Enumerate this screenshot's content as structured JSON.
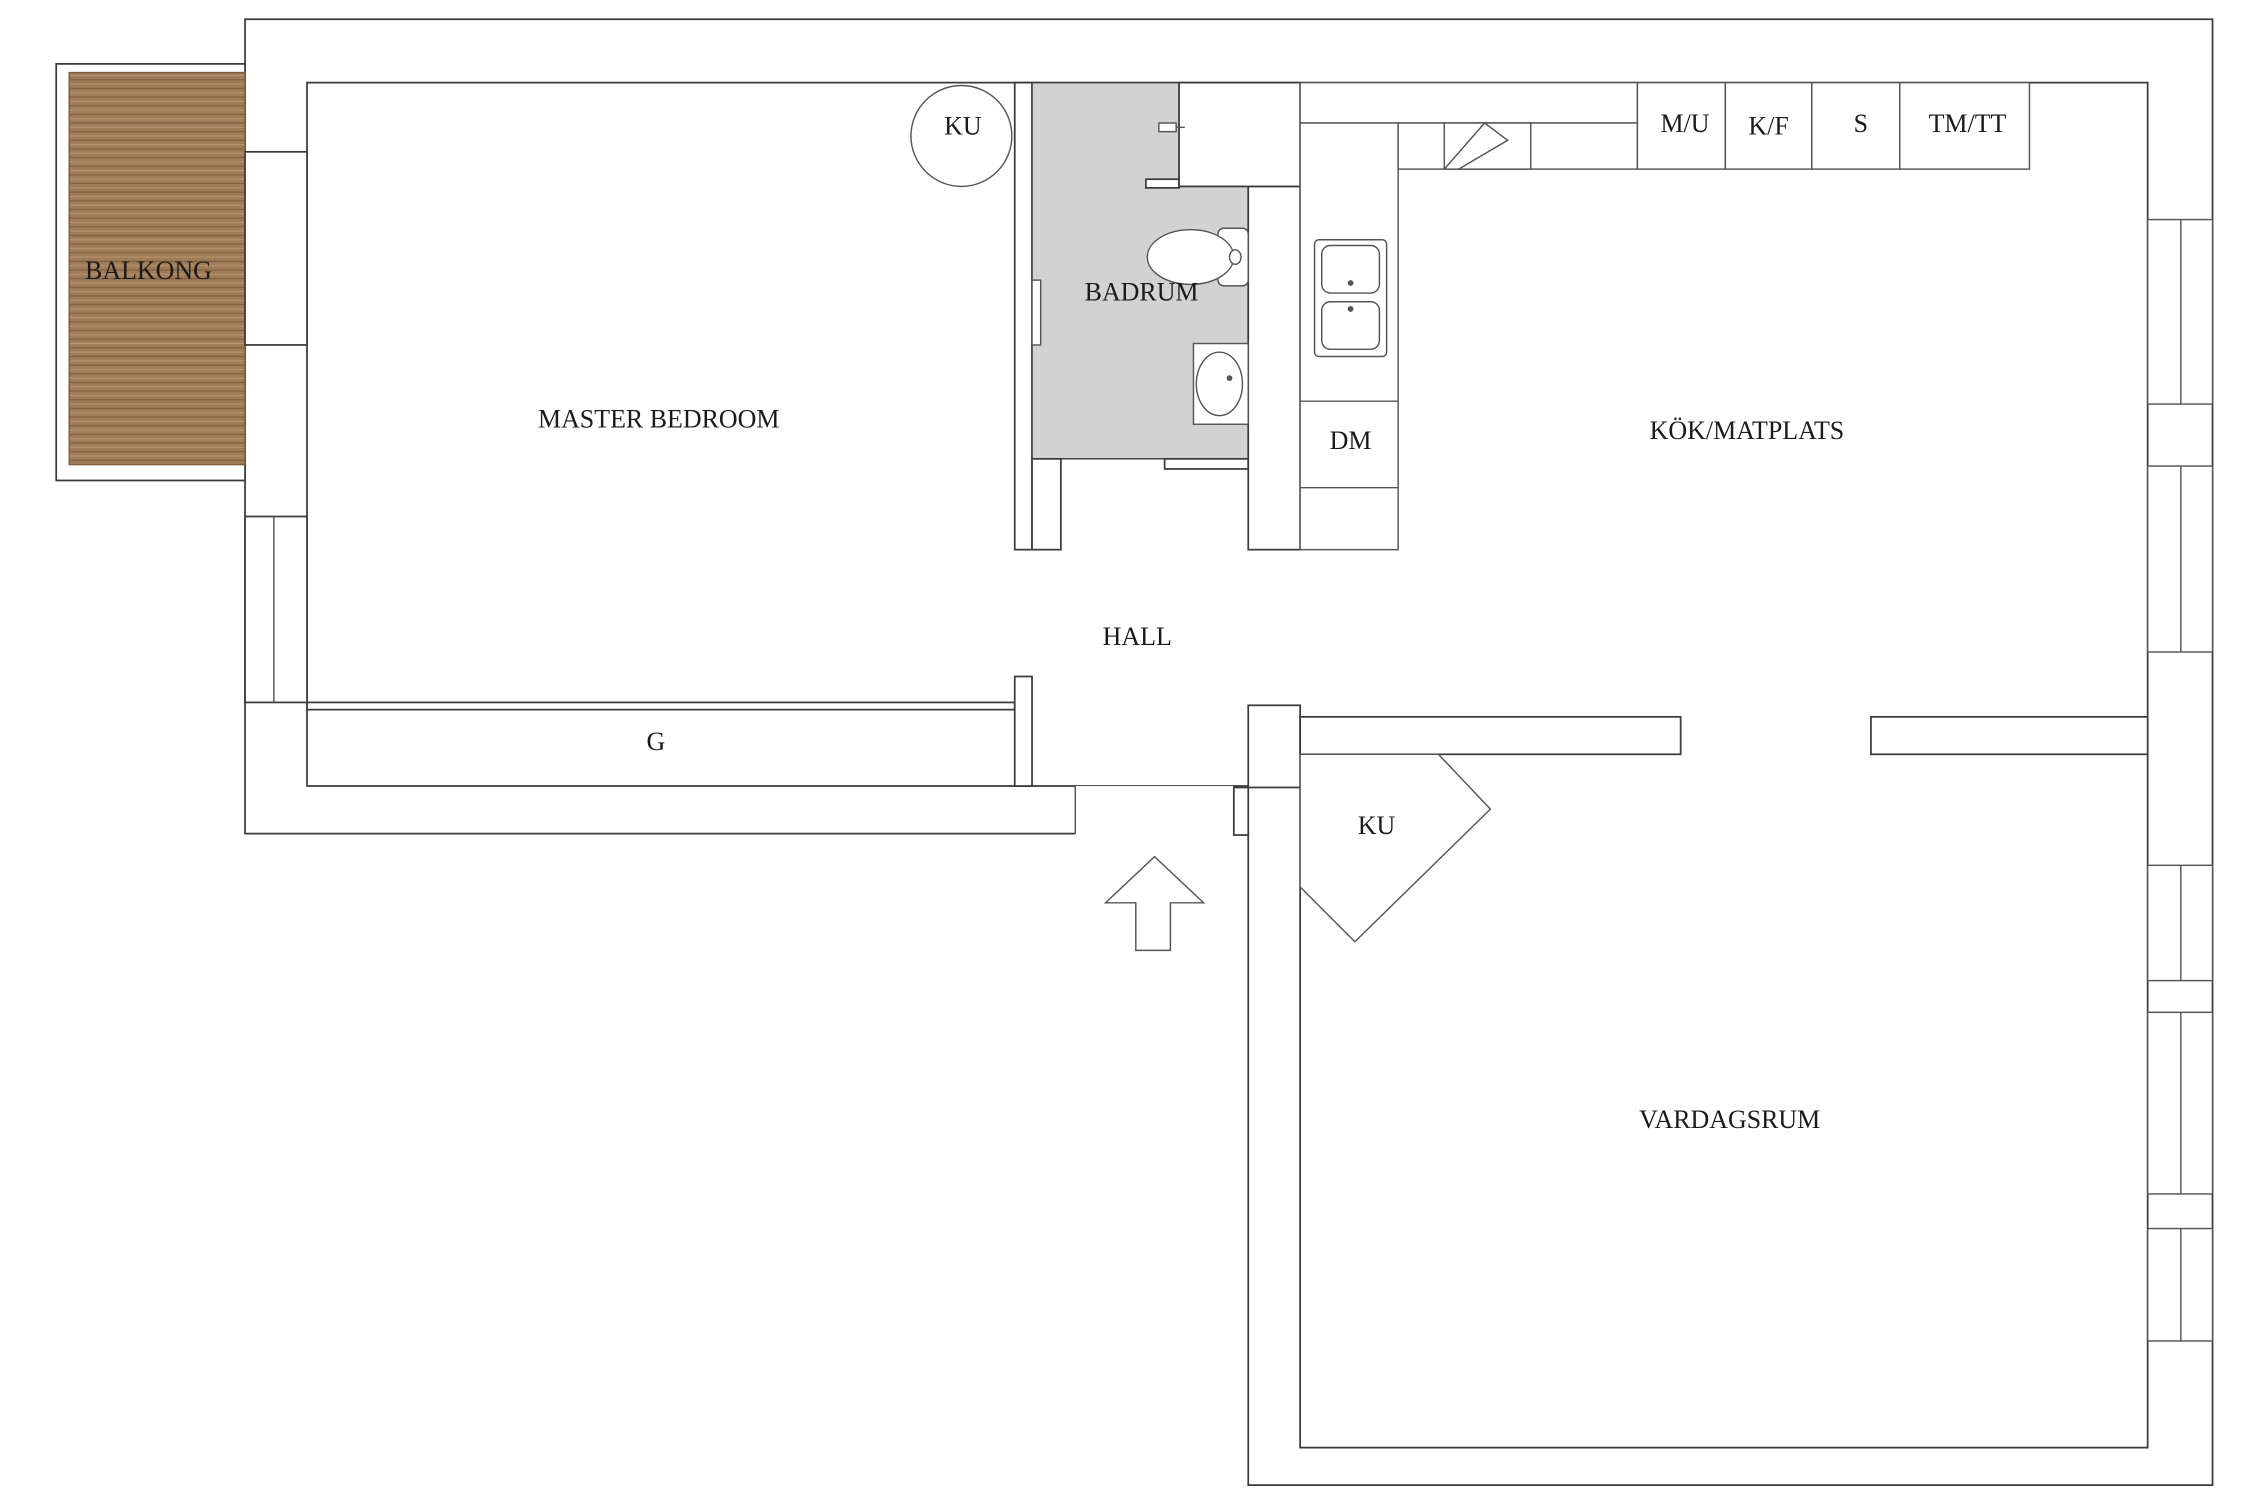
{
  "rooms": {
    "balcony": "BALKONG",
    "master_bedroom": "MASTER BEDROOM",
    "bathroom": "BADRUM",
    "kitchen_dining": "KÖK/MATPLATS",
    "hall": "HALL",
    "wardrobe": "G",
    "living_room": "VARDAGSRUM"
  },
  "fixtures": {
    "washer_bedroom": "KU",
    "washer_living": "KU",
    "dishwasher": "DM",
    "microwave_oven": "M/U",
    "fridge_freezer": "K/F",
    "storage": "S",
    "dryer": "TM/TT"
  },
  "colors": {
    "wall_stroke": "#3a3a3a",
    "bathroom_floor": "#d2d2d2",
    "balcony_wood": "#a07d58",
    "balcony_wood_line": "#7d5f40"
  }
}
